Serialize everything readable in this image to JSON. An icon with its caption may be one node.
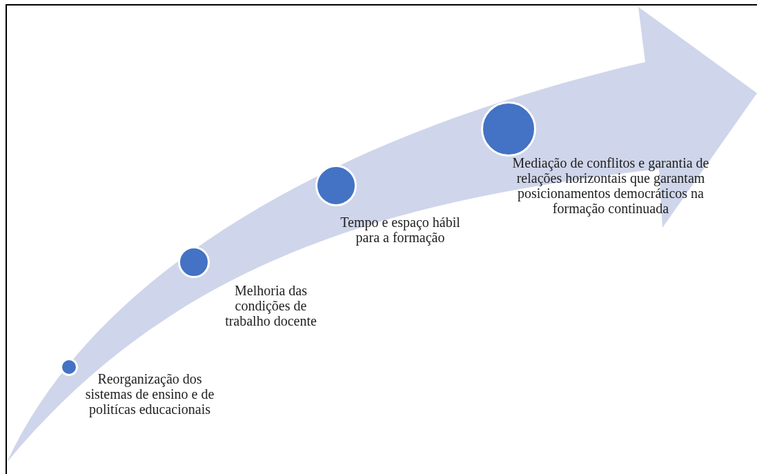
{
  "diagram": {
    "nodes": [
      {
        "text": [],
        "shape": "circle",
        "beside": [
          "Reorganização dos sistemas de ensino e de politícas educacionais"
        ]
      },
      {
        "text": [],
        "shape": "circle",
        "beside": [
          "Melhoria das condições de trabalho docente"
        ]
      },
      {
        "text": [],
        "shape": "circle",
        "beside": [
          "Tempo e espaço hábil para a formação"
        ]
      },
      {
        "text": [],
        "shape": "circle",
        "beside": [
          "Mediação de conflitos e garantia de relações horizontais que garantam posicionamentos democráticos na formação continuada"
        ]
      }
    ]
  }
}
